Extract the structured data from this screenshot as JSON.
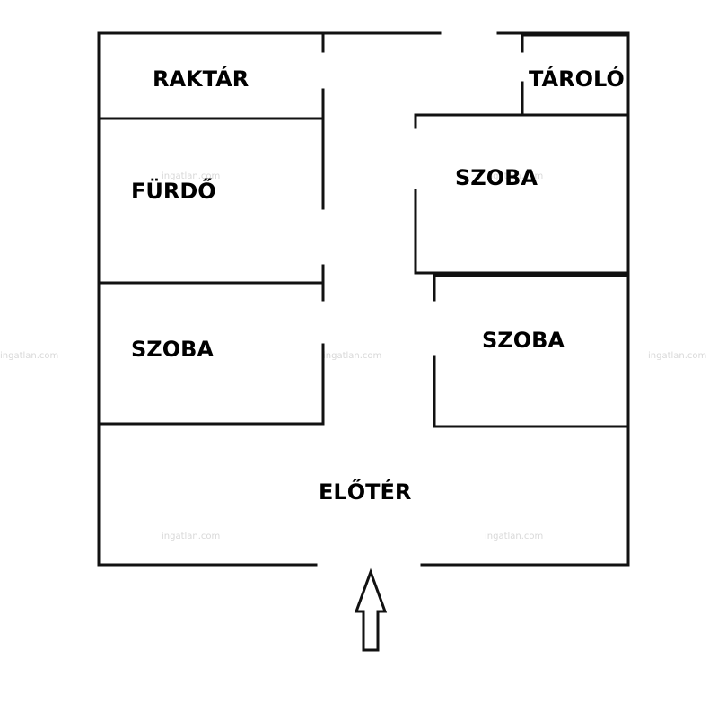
{
  "rooms": {
    "raktar": "RAKTÁR",
    "tarolo": "TÁROLÓ",
    "furdo": "FÜRDŐ",
    "szoba_right_top": "SZOBA",
    "szoba_left": "SZOBA",
    "szoba_right_bottom": "SZOBA",
    "eloter": "ELŐTÉR"
  },
  "watermark": "ingatlan.com",
  "colors": {
    "wall": "#111111",
    "label": "#000000",
    "watermark": "#d8d8d8"
  }
}
